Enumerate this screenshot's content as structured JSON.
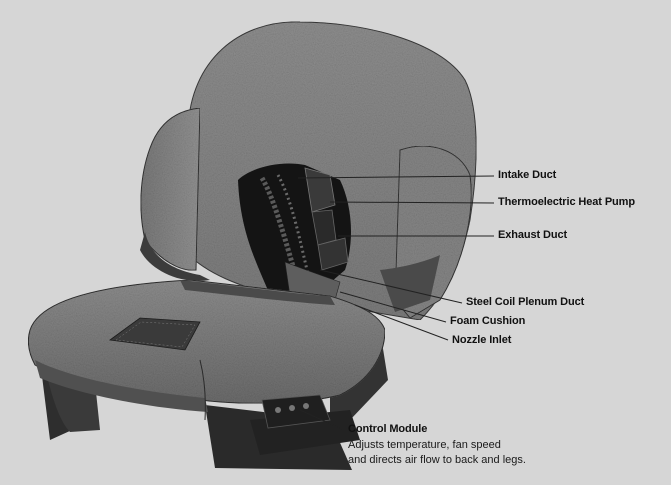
{
  "labels": {
    "intake_duct": "Intake Duct",
    "heat_pump": "Thermoelectric Heat Pump",
    "exhaust_duct": "Exhaust Duct",
    "steel_coil": "Steel Coil Plenum Duct",
    "foam_cushion": "Foam Cushion",
    "nozzle_inlet": "Nozzle Inlet",
    "control_module": "Control Module",
    "control_desc_1": "Adjusts temperature, fan speed",
    "control_desc_2": "and directs air flow to back and legs."
  },
  "colors": {
    "background": "#d6d6d6",
    "fabric_light": "#8a8a8a",
    "fabric_dark": "#5e5e5e",
    "shadow": "#2a2a2a",
    "cutaway": "#141414",
    "leader": "#222222"
  }
}
